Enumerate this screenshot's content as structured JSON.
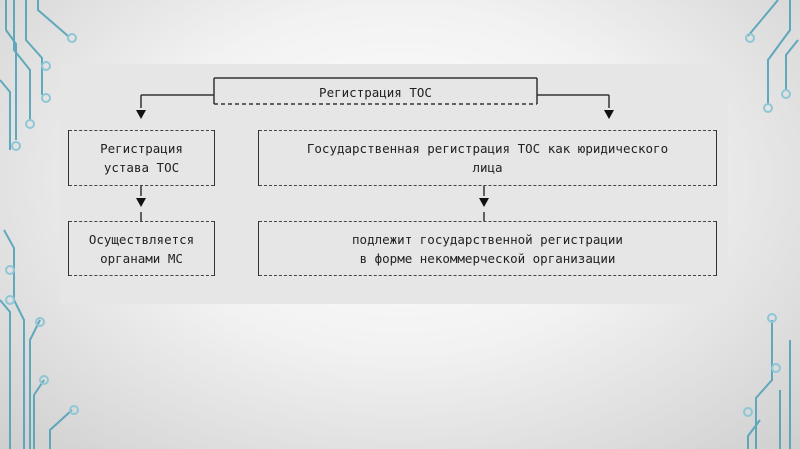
{
  "diagram": {
    "root": "Регистрация ТОС",
    "left_level1": "Регистрация\nустава ТОС",
    "right_level1": "Государственная регистрация ТОС как юридического\nлица",
    "left_level2": "Осуществляется\nорганами МС",
    "right_level2": "подлежит государственной регистрации\nв форме некоммерческой организации"
  },
  "colors": {
    "panel": "#e6e6e6",
    "line": "#333333",
    "circuit": "#4aa0b8"
  }
}
